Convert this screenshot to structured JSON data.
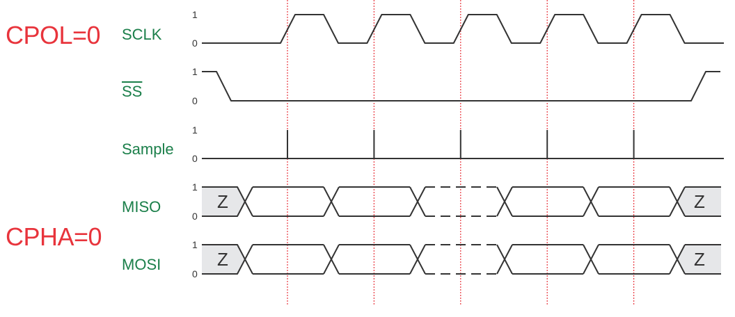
{
  "modes": {
    "cpol": "CPOL=0",
    "cpha": "CPHA=0"
  },
  "signals": [
    {
      "name": "SCLK",
      "high_label": "1",
      "low_label": "0"
    },
    {
      "name": "SS",
      "overline": true,
      "high_label": "1",
      "low_label": "0"
    },
    {
      "name": "Sample",
      "high_label": "1",
      "low_label": "0"
    },
    {
      "name": "MISO",
      "high_label": "1",
      "low_label": "0",
      "idle_state": "Z"
    },
    {
      "name": "MOSI",
      "high_label": "1",
      "low_label": "0",
      "idle_state": "Z"
    }
  ],
  "clock_cycles": 5,
  "colors": {
    "mode_text": "#e8343c",
    "signal_text": "#1b7f4a",
    "waveform": "#333333",
    "sample_marker": "#e8343c",
    "high_z_fill": "#e6e7e9"
  }
}
